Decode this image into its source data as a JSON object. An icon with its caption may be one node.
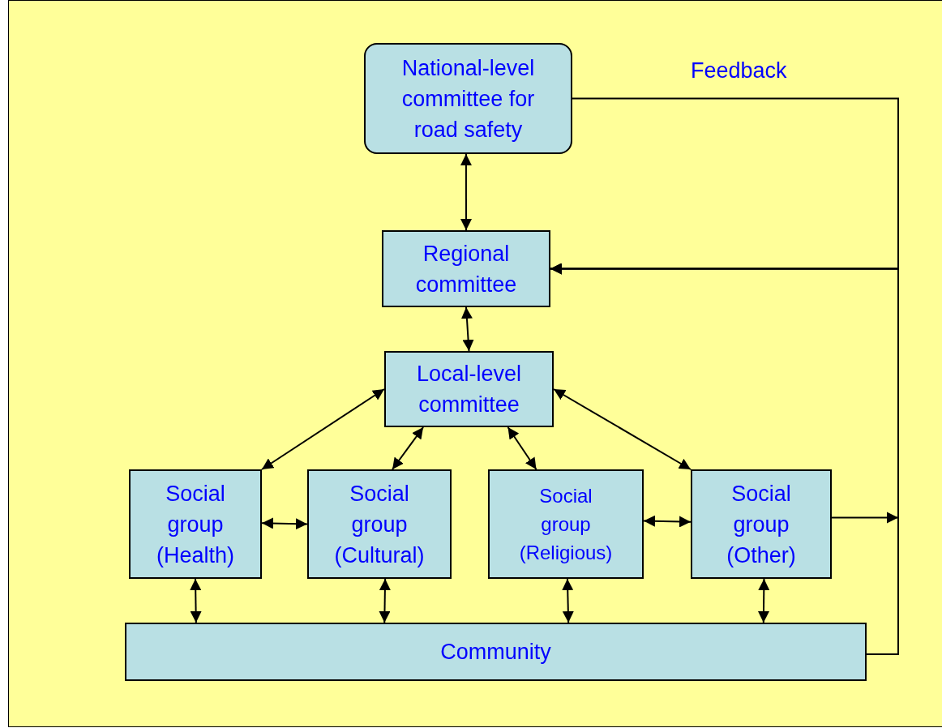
{
  "diagram": {
    "nodes": [
      {
        "text": [
          "National-level committee for road safety"
        ]
      },
      {
        "text": [
          "Regional committee"
        ]
      },
      {
        "text": [
          "Local-level committee"
        ]
      },
      {
        "text": [
          "Social group (Health)"
        ]
      },
      {
        "text": [
          "Social group (Cultural)"
        ]
      },
      {
        "text": [
          "Social group (Religious)"
        ]
      },
      {
        "text": [
          "Social group (Other)"
        ]
      },
      {
        "text": [
          "Community"
        ]
      }
    ],
    "edges": [
      {
        "from": 0,
        "to": 1,
        "arrow": "both"
      },
      {
        "from": 1,
        "to": 2,
        "arrow": "both"
      },
      {
        "from": 2,
        "to": 3,
        "arrow": "both"
      },
      {
        "from": 2,
        "to": 4,
        "arrow": "both"
      },
      {
        "from": 2,
        "to": 5,
        "arrow": "both"
      },
      {
        "from": 2,
        "to": 6,
        "arrow": "both"
      },
      {
        "from": 3,
        "to": 4,
        "arrow": "both"
      },
      {
        "from": 5,
        "to": 6,
        "arrow": "both"
      },
      {
        "from": 3,
        "to": 7,
        "arrow": "both"
      },
      {
        "from": 4,
        "to": 7,
        "arrow": "both"
      },
      {
        "from": 5,
        "to": 7,
        "arrow": "both"
      },
      {
        "from": 6,
        "to": 7,
        "arrow": "both"
      },
      {
        "from": 0,
        "to": 1,
        "arrow": "to",
        "label": "Feedback"
      },
      {
        "from": 7,
        "to": 1,
        "arrow": "to"
      },
      {
        "from": 6,
        "to": 1,
        "arrow": "to"
      }
    ]
  }
}
